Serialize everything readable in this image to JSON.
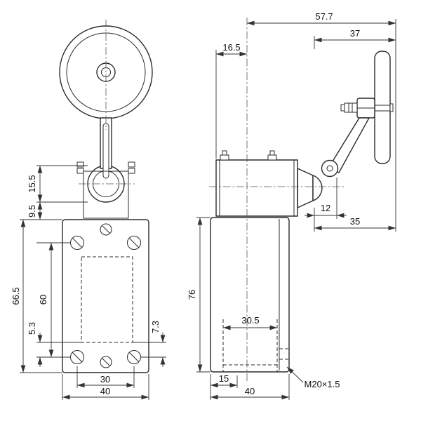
{
  "dims": {
    "d57_7": "57.7",
    "d37": "37",
    "d16_5": "16.5",
    "d15_5": "15.5",
    "d9_5": "9.5",
    "d66_5": "66.5",
    "d60": "60",
    "d5_3": "5.3",
    "d7_3": "7.3",
    "d30": "30",
    "d40_front": "40",
    "d76": "76",
    "d12": "12",
    "d35": "35",
    "d30_5": "30.5",
    "d15": "15",
    "thread": "M20×1.5",
    "d40_side": "40"
  },
  "colors": {
    "line": "#2b2b2b",
    "dimension": "#333333",
    "background": "#ffffff"
  }
}
